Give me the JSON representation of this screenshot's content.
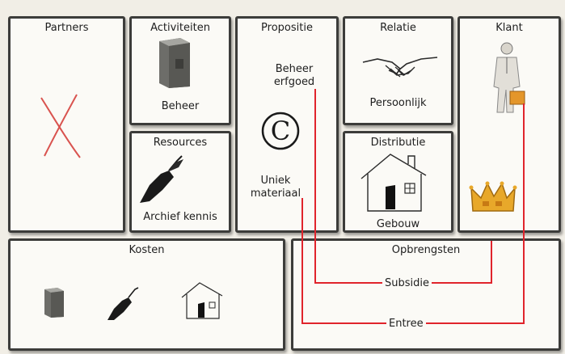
{
  "blocks": {
    "partners": {
      "title": "Partners"
    },
    "activiteiten": {
      "title": "Activiteiten",
      "item": "Beheer"
    },
    "resources": {
      "title": "Resources",
      "item": "Archief kennis"
    },
    "propositie": {
      "title": "Propositie",
      "item1_line1": "Beheer",
      "item1_line2": "erfgoed",
      "item2_line1": "Uniek",
      "item2_line2": "materiaal"
    },
    "relatie": {
      "title": "Relatie",
      "item": "Persoonlijk"
    },
    "distributie": {
      "title": "Distributie",
      "item": "Gebouw"
    },
    "klant": {
      "title": "Klant"
    },
    "kosten": {
      "title": "Kosten"
    },
    "opbrengsten": {
      "title": "Opbrengsten",
      "flow1": "Subsidie",
      "flow2": "Entree"
    }
  },
  "colors": {
    "flow_line": "#e0242c",
    "cross": "#d9534f",
    "border": "#3c3c3a"
  },
  "icons": [
    "cross-icon",
    "safe-icon",
    "handshake-icon",
    "copyright-icon",
    "hand-pen-icon",
    "house-icon",
    "businessman-icon",
    "crown-icon"
  ]
}
